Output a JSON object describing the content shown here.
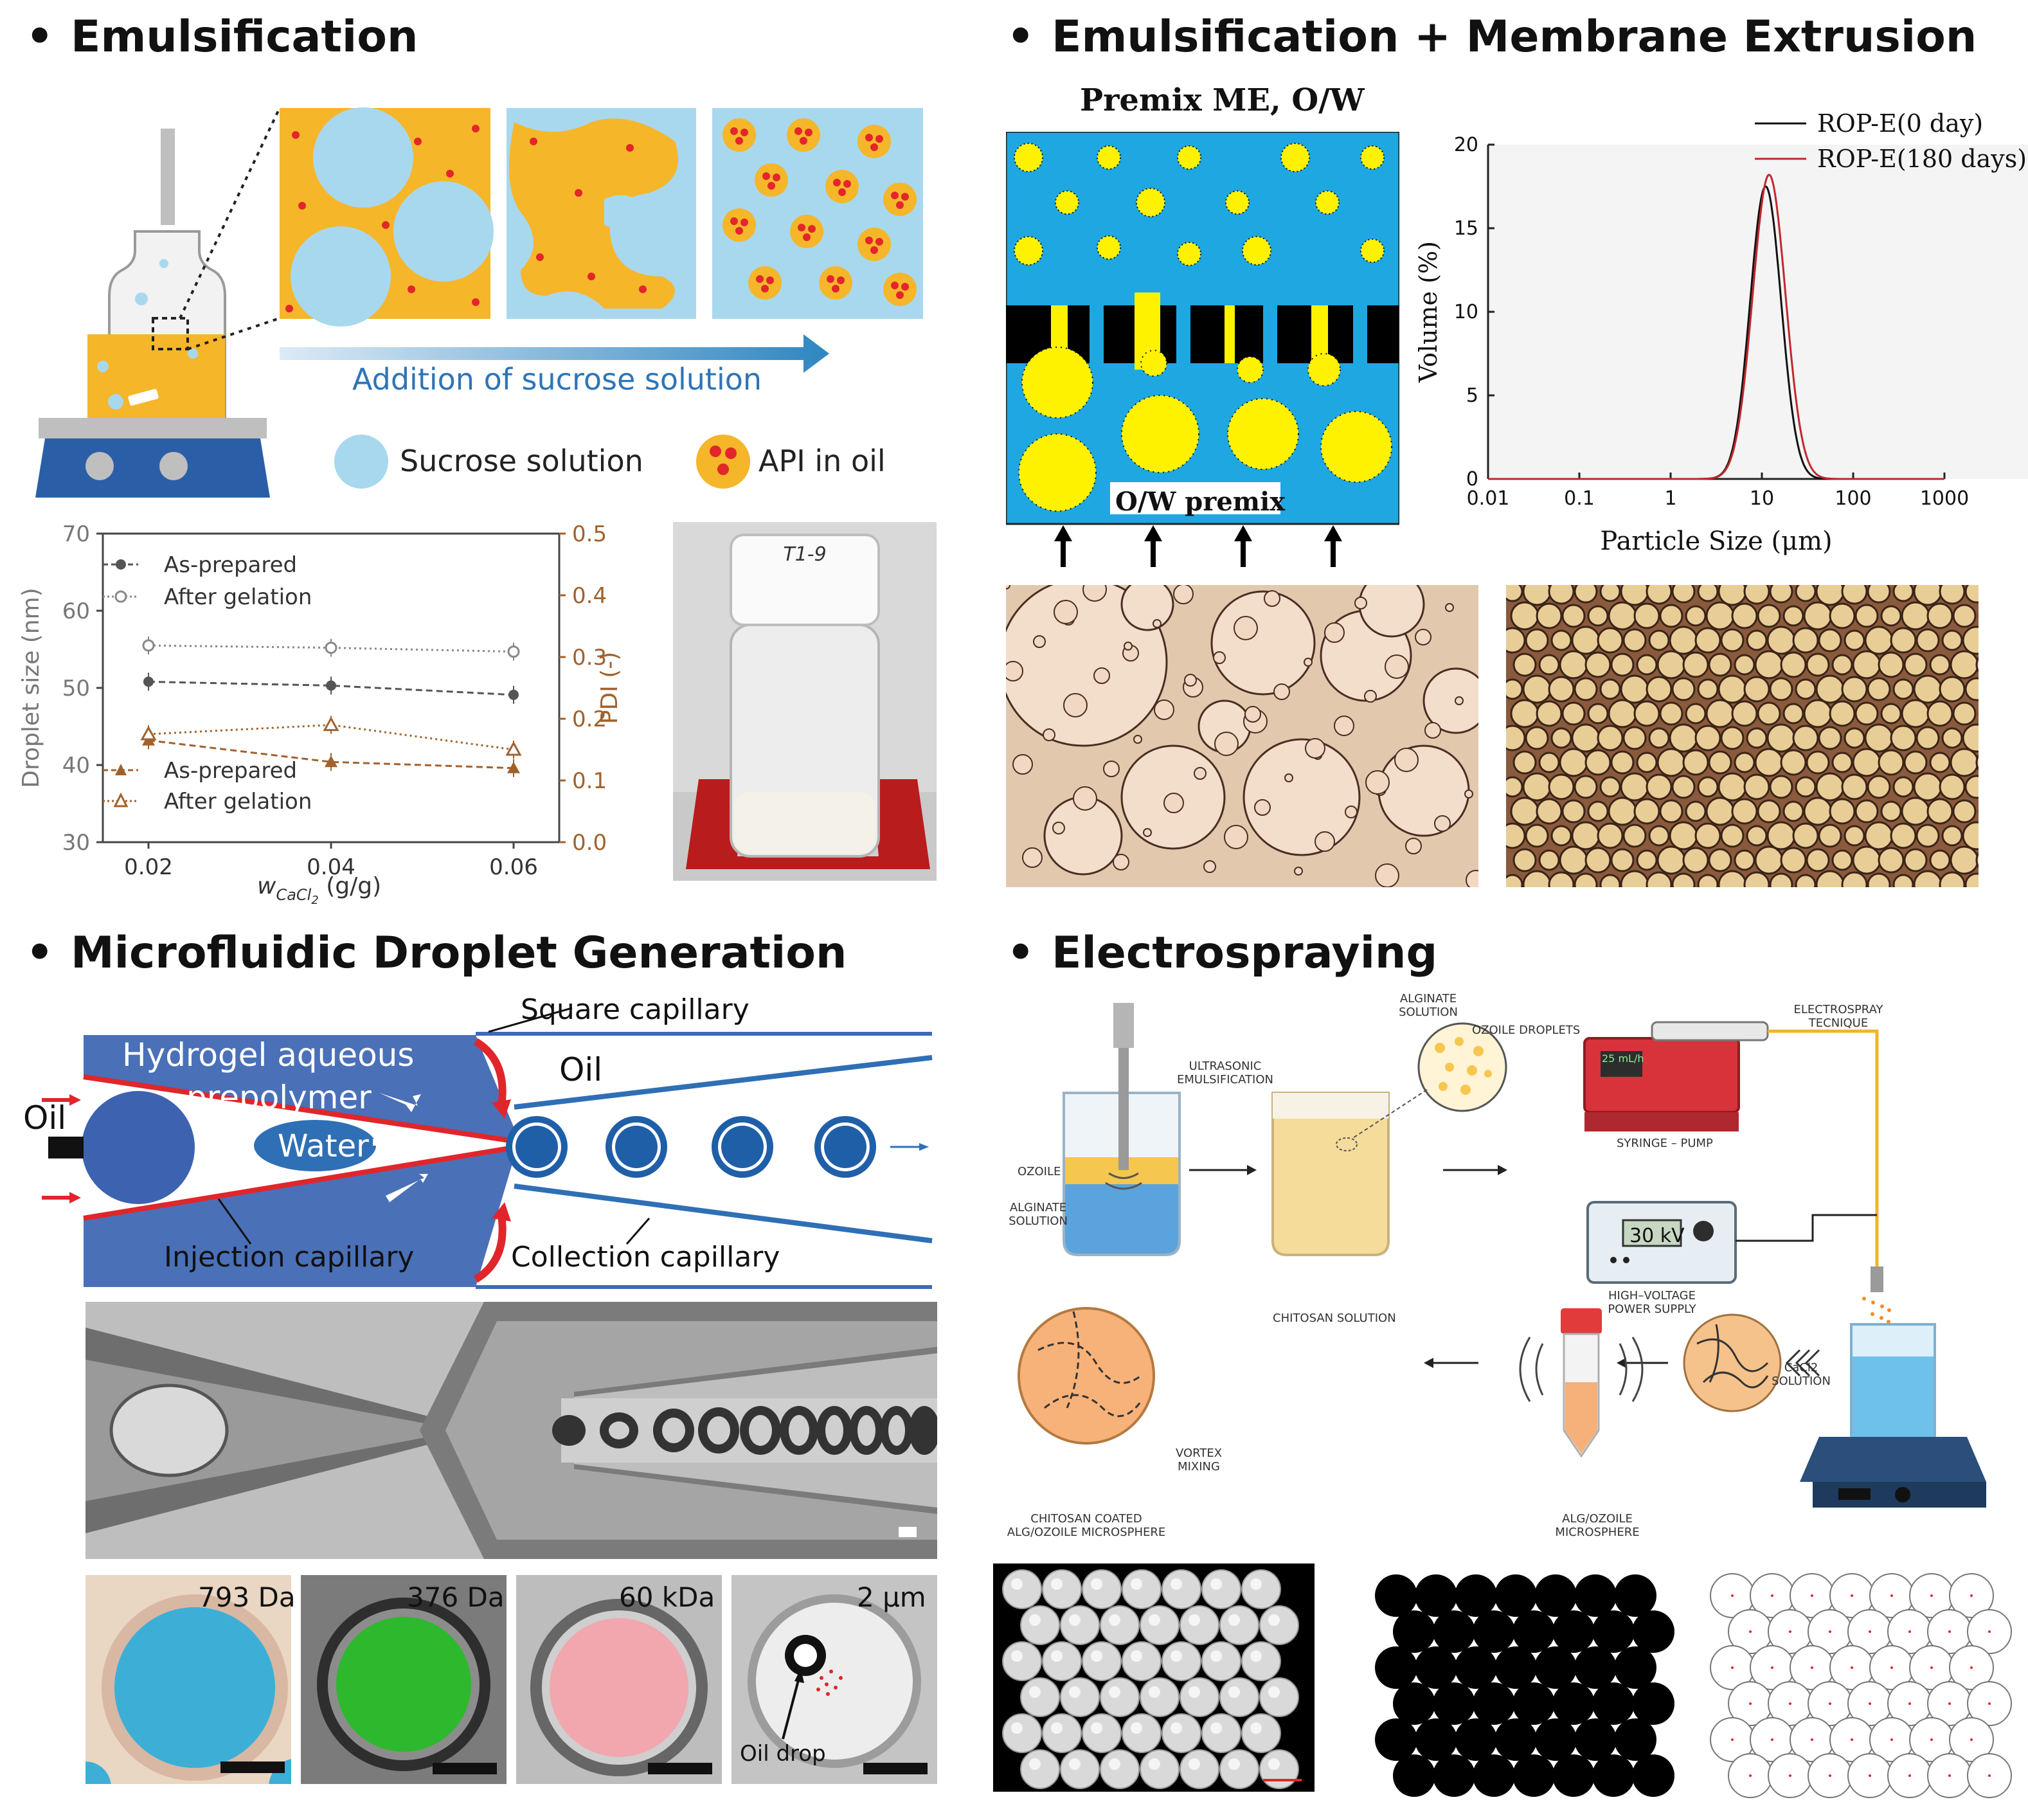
{
  "sections": {
    "emulsification": {
      "bullet": "•",
      "title": "Emulsification"
    },
    "membrane": {
      "bullet": "•",
      "title": "Emulsification + Membrane Extrusion"
    },
    "microfluidic": {
      "bullet": "•",
      "title": "Microfluidic Droplet Generation"
    },
    "electrospray": {
      "bullet": "•",
      "title": "Electrospraying"
    }
  },
  "emulsification": {
    "arrow_label": "Addition of sucrose solution",
    "legend_sucrose": "Sucrose solution",
    "legend_api": "API in oil",
    "vial_label": "T1-9",
    "colors": {
      "oil": "#F5B81E",
      "sucrose": "#A8D8EE",
      "api": "#E3262B",
      "arrow": "#2E86C1",
      "hotplate": "#2A5FA8"
    }
  },
  "chart_data": [
    {
      "type": "line",
      "title": "",
      "xlabel": "w_CaCl2 (g/g)",
      "x_sub": "CaCl",
      "x_subsub": "2",
      "x_base": "w",
      "x_unit": " (g/g)",
      "ylabel": "Droplet size (nm)",
      "y2label": "PDI (-)",
      "xlim": [
        0.015,
        0.065
      ],
      "ylim": [
        30,
        70
      ],
      "y2lim": [
        0.0,
        0.5
      ],
      "x_ticks": [
        "0.02",
        "0.04",
        "0.06"
      ],
      "y_ticks": [
        "30",
        "40",
        "50",
        "60",
        "70"
      ],
      "y2_ticks": [
        "0.0",
        "0.1",
        "0.2",
        "0.3",
        "0.4",
        "0.5"
      ],
      "x": [
        0.02,
        0.04,
        0.06
      ],
      "series": [
        {
          "name": "As-prepared",
          "axis": "left",
          "values": [
            50.8,
            50.3,
            49.1
          ],
          "color": "#555555",
          "marker": "filled-circle"
        },
        {
          "name": "After gelation",
          "axis": "left",
          "values": [
            55.5,
            55.2,
            54.7
          ],
          "color": "#888888",
          "marker": "open-circle"
        },
        {
          "name": "As-prepared",
          "axis": "right",
          "values": [
            0.165,
            0.13,
            0.12
          ],
          "color": "#A0622D",
          "marker": "filled-triangle"
        },
        {
          "name": "After gelation",
          "axis": "right",
          "values": [
            0.175,
            0.19,
            0.15
          ],
          "color": "#A0622D",
          "marker": "open-triangle"
        }
      ]
    },
    {
      "type": "line",
      "title": "",
      "xlabel": "Particle Size (μm)",
      "ylabel": "Volume (%)",
      "x_scale": "log",
      "xlim": [
        0.01,
        1000
      ],
      "ylim": [
        0,
        20
      ],
      "x_ticks": [
        "0.01",
        "0.1",
        "1",
        "10",
        "100",
        "1000"
      ],
      "y_ticks": [
        "0",
        "5",
        "10",
        "15",
        "20"
      ],
      "series": [
        {
          "name": "ROP-E(0 day)",
          "color": "#111111",
          "peak_x": 11,
          "peak_y": 17.5,
          "log_sigma": 0.17
        },
        {
          "name": "ROP-E(180 days)",
          "color": "#C0282D",
          "peak_x": 12,
          "peak_y": 18.2,
          "log_sigma": 0.18
        }
      ]
    }
  ],
  "membrane": {
    "diagram_title": "Premix ME, O/W",
    "premix_label": "O/W premix",
    "colors": {
      "water": "#1EA7E1",
      "oil": "#FFF200",
      "membrane": "#000000"
    }
  },
  "microfluidic": {
    "labels": {
      "square_capillary": "Square capillary",
      "hydrogel": "Hydrogel  aqueous",
      "prepolymer": "prepolymer",
      "oil_top": "Oil",
      "oil_left": "Oil",
      "water": "Water",
      "injection": "Injection capillary",
      "collection": "Collection capillary"
    },
    "tiles": [
      {
        "label": "793 Da",
        "color": "#3DAFD6"
      },
      {
        "label": "376 Da",
        "color": "#2EB82E"
      },
      {
        "label": "60 kDa",
        "color": "#F2A7AE"
      },
      {
        "label": "2 μm",
        "color": "#FFFFFF"
      }
    ],
    "oil_drop_label": "Oil drop",
    "colors": {
      "blue": "#3E6AB7",
      "dark": "#1F5FA8",
      "red": "#E0262B"
    }
  },
  "electrospray": {
    "labels": {
      "ozoile": "OZOILE",
      "alginate_solution": "ALGINATE SOLUTION",
      "ultrasonic": "ULTRASONIC EMULSIFICATION",
      "alginate_top": "ALGINATE SOLUTION",
      "ozoile_droplets": "OZOILE DROPLETS",
      "electrospray": "ELECTROSPRAY TECNIQUE",
      "syringe": "SYRINGE – PUMP",
      "hv": "HIGH–VOLTAGE POWER SUPPLY",
      "voltage": "30 kV",
      "cacl2": "CaCl2 SOLUTION",
      "chitosan": "CHITOSAN SOLUTION",
      "vortex": "VORTEX MIXING",
      "coated": "CHITOSAN COATED ALG/OZOILE MICROSPHERE",
      "alg_micro": "ALG/OZOILE MICROSPHERE",
      "pump_display": "25 mL/h"
    },
    "colors": {
      "pump": "#D8323B",
      "beaker": "#F6DC9A",
      "blue_liquid": "#5BA3DD",
      "sphere": "#F6C28B"
    }
  }
}
